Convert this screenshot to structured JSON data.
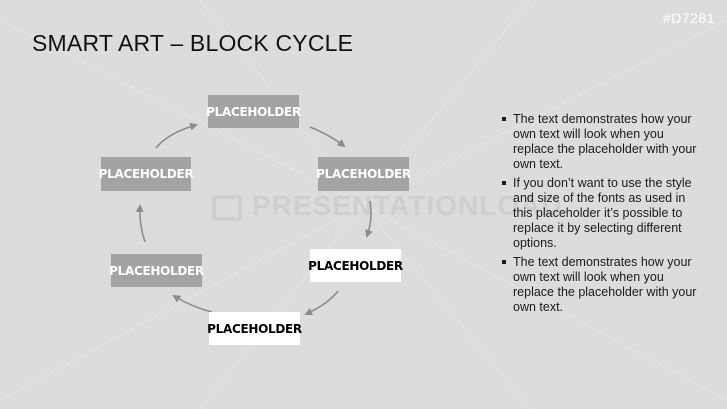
{
  "slide": {
    "code": "#D7281",
    "title": "SMART ART – BLOCK CYCLE",
    "watermark": "PRESENTATIONLOAD"
  },
  "cycle": {
    "blocks": [
      {
        "label": "PLACEHOLDER",
        "style": "grey"
      },
      {
        "label": "PLACEHOLDER",
        "style": "grey"
      },
      {
        "label": "PLACEHOLDER",
        "style": "white"
      },
      {
        "label": "PLACEHOLDER",
        "style": "white"
      },
      {
        "label": "PLACEHOLDER",
        "style": "grey"
      },
      {
        "label": "PLACEHOLDER",
        "style": "grey"
      }
    ]
  },
  "bullets": [
    "The text demonstrates how your own text will look when you replace the placeholder with your own text.",
    "If you don’t want to use the style and size of the fonts as used in this placeholder it’s possible to replace it by selecting different options.",
    "The text demonstrates how your own text will look when you replace the placeholder with your own text."
  ],
  "colors": {
    "background": "#dcdcdc",
    "block_grey": "#a3a3a3",
    "block_white": "#ffffff",
    "arrow": "#8c8c8c"
  }
}
